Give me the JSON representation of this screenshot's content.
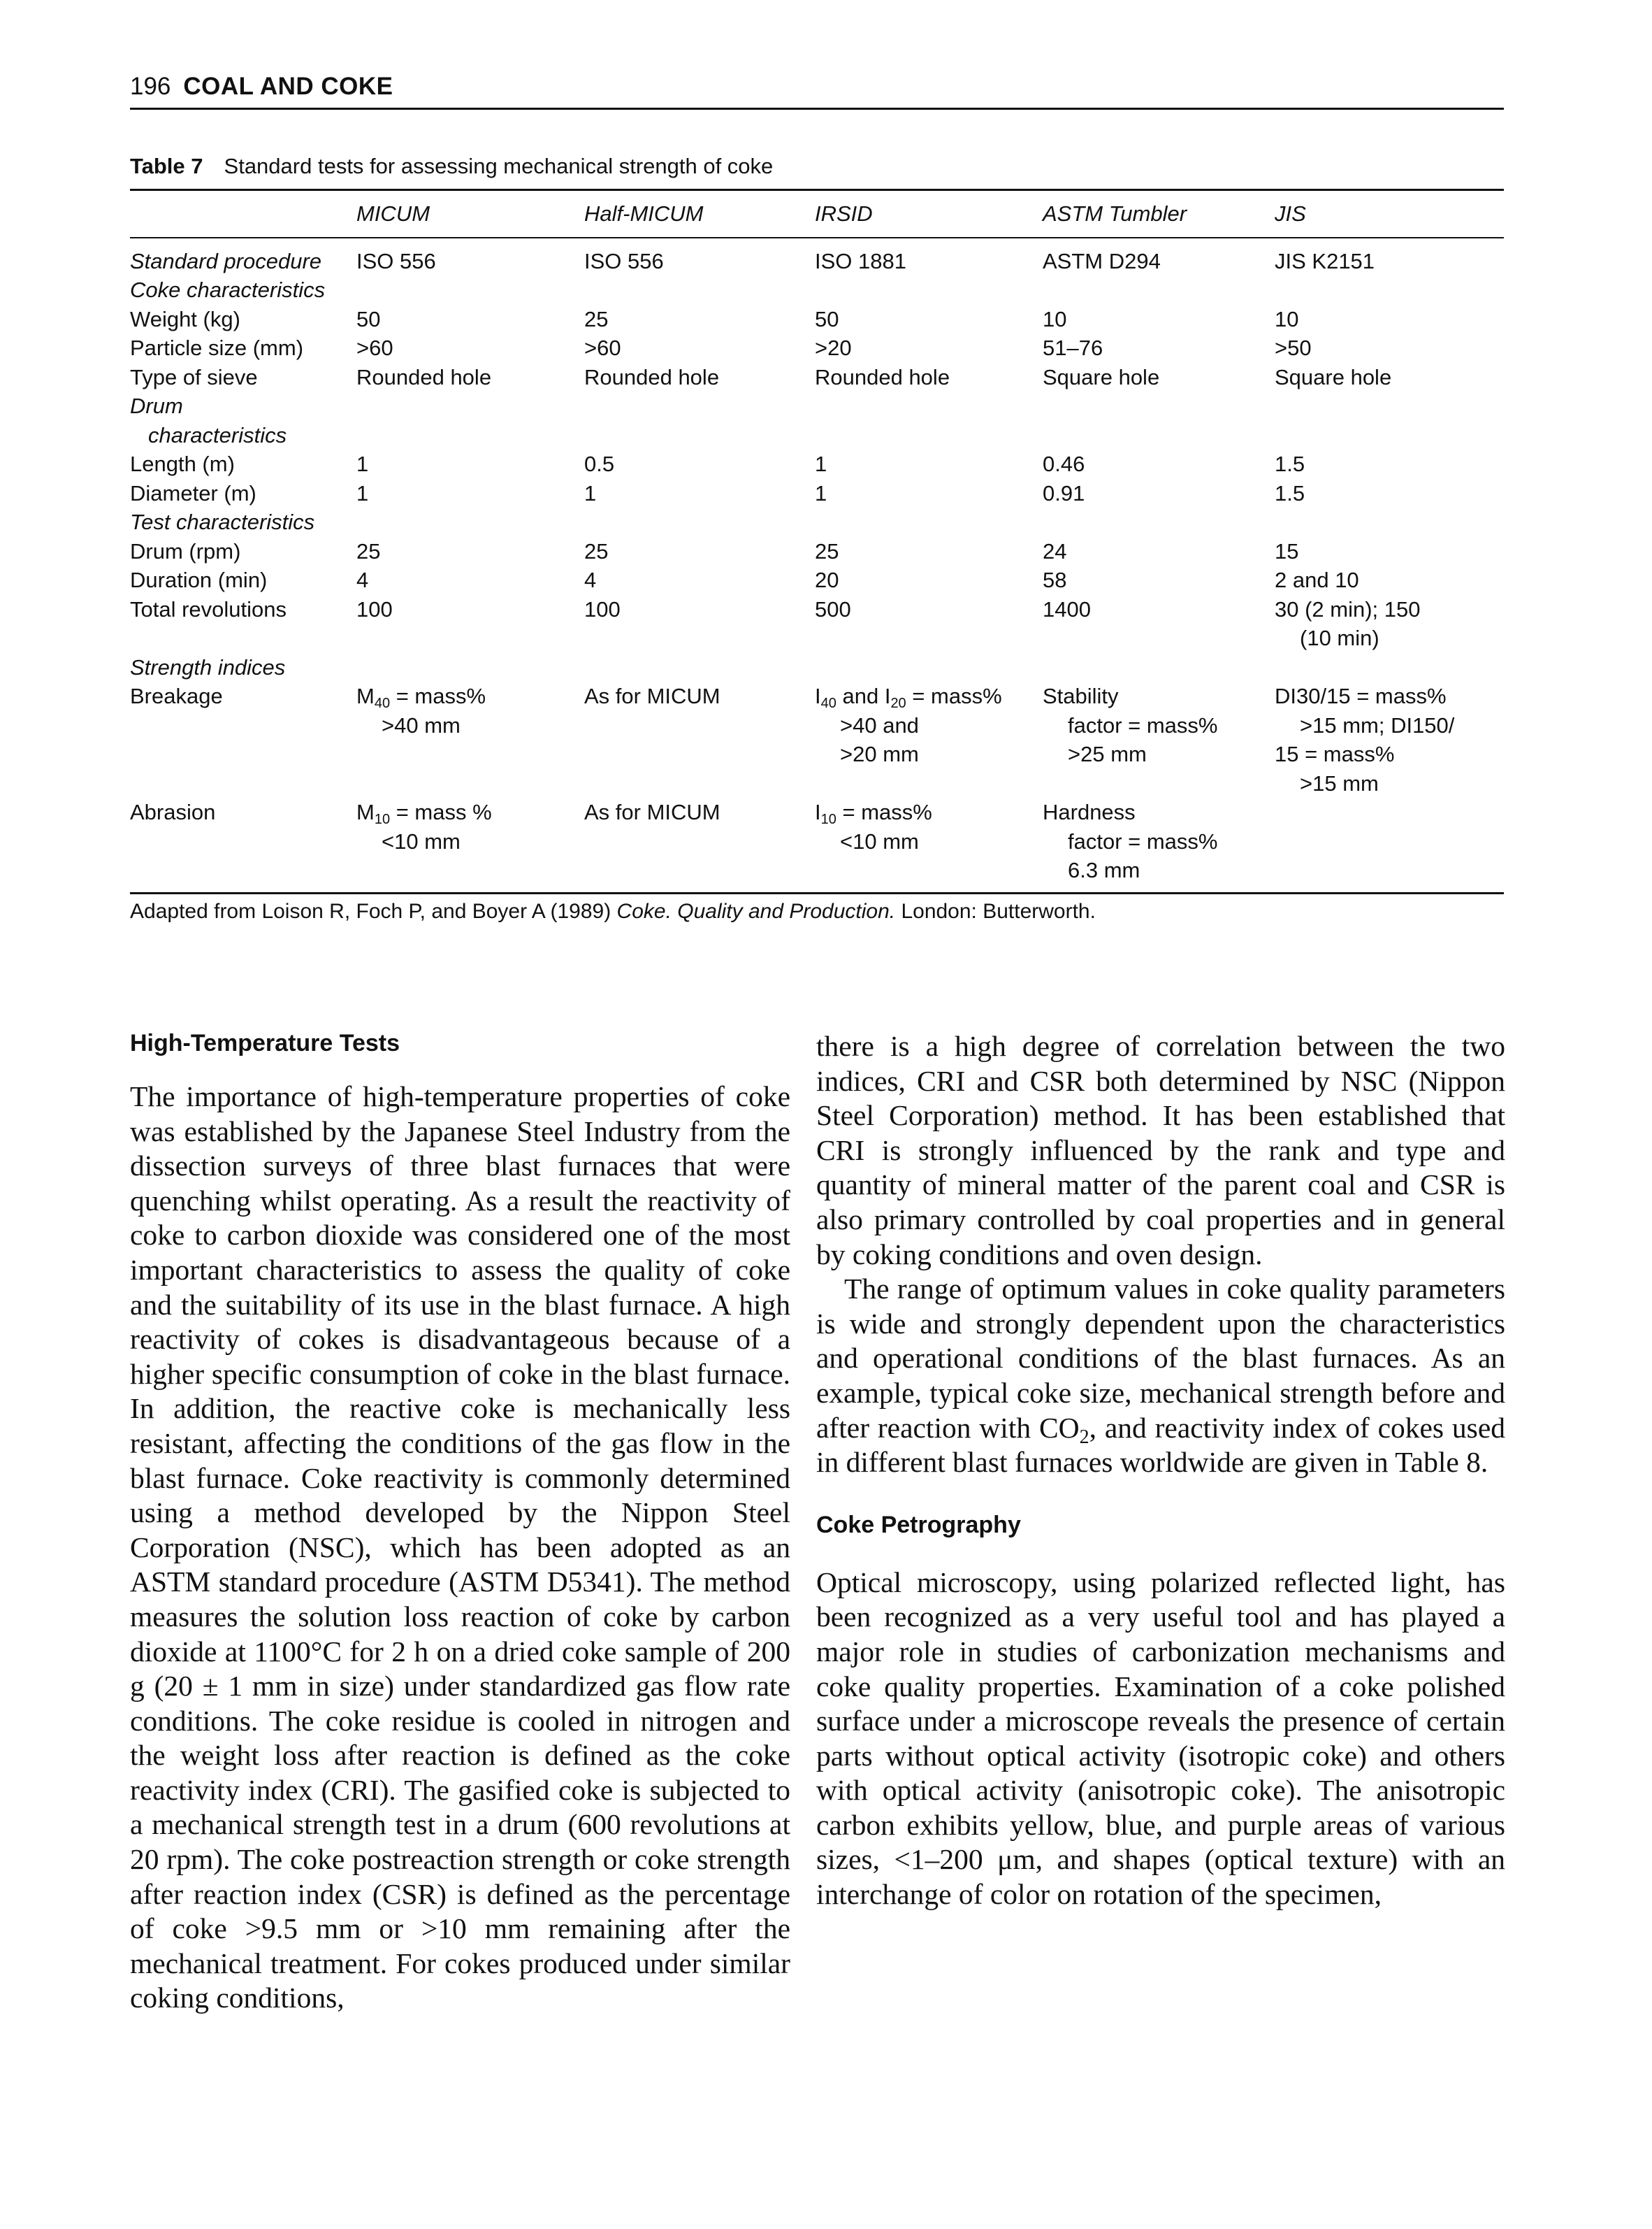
{
  "header": {
    "page_number": "196",
    "running_title": "COAL AND COKE"
  },
  "table": {
    "label": "Table 7",
    "title": "Standard tests for assessing mechanical strength of coke",
    "columns": [
      "",
      "MICUM",
      "Half-MICUM",
      "IRSID",
      "ASTM Tumbler",
      "JIS"
    ],
    "rows": {
      "standard_procedure": [
        "Standard procedure",
        "ISO 556",
        "ISO 556",
        "ISO 1881",
        "ASTM D294",
        "JIS K2151"
      ],
      "coke_char": "Coke characteristics",
      "weight": [
        "Weight (kg)",
        "50",
        "25",
        "50",
        "10",
        "10"
      ],
      "particle": [
        "Particle size (mm)",
        ">60",
        ">60",
        ">20",
        "51–76",
        ">50"
      ],
      "sieve": [
        "Type of sieve",
        "Rounded hole",
        "Rounded hole",
        "Rounded hole",
        "Square hole",
        "Square hole"
      ],
      "drum_char_1": "Drum",
      "drum_char_2": "characteristics",
      "length": [
        "Length (m)",
        "1",
        "0.5",
        "1",
        "0.46",
        "1.5"
      ],
      "diameter": [
        "Diameter (m)",
        "1",
        "1",
        "1",
        "0.91",
        "1.5"
      ],
      "test_char": "Test characteristics",
      "drum_rpm": [
        "Drum (rpm)",
        "25",
        "25",
        "25",
        "24",
        "15"
      ],
      "duration": [
        "Duration (min)",
        "4",
        "4",
        "20",
        "58",
        "2 and 10"
      ],
      "revolutions": [
        "Total revolutions",
        "100",
        "100",
        "500",
        "1400",
        "30 (2 min); 150",
        "(10 min)"
      ],
      "strength": "Strength indices",
      "breakage": {
        "label": "Breakage",
        "micum": {
          "pre": "M",
          "sub": "40",
          "post": " = mass%",
          "cont": ">40 mm"
        },
        "half": "As for MICUM",
        "irsid": {
          "a": "I",
          "a_sub": "40",
          "mid": " and I",
          "b_sub": "20",
          "post": " = mass%",
          "cont1": ">40 and",
          "cont2": ">20 mm"
        },
        "astm": {
          "l1": "Stability",
          "cont1": "factor = mass%",
          "cont2": ">25 mm"
        },
        "jis": {
          "l1": "DI30/15 = mass%",
          "cont1": ">15 mm; DI150/",
          "l3": "15 = mass%",
          "cont2": ">15 mm"
        }
      },
      "abrasion": {
        "label": "Abrasion",
        "micum": {
          "pre": "M",
          "sub": "10",
          "post": " = mass %",
          "cont": "<10 mm"
        },
        "half": "As for MICUM",
        "irsid": {
          "pre": "I",
          "sub": "10",
          "post": " = mass%",
          "cont": "<10 mm"
        },
        "astm": {
          "l1": "Hardness",
          "cont1": "factor = mass%",
          "cont2": "6.3 mm"
        },
        "jis": ""
      }
    },
    "source": {
      "pre": "Adapted from Loison R, Foch P, and Boyer A (1989) ",
      "title": "Coke. Quality and Production.",
      "post": " London: Butterworth."
    }
  },
  "left_column": {
    "heading": "High-Temperature Tests",
    "p1_a": "The importance of high-temperature properties of coke was established by the Japanese Steel Industry from the dissection surveys of three blast furnaces that were quenching whilst operating. As a result the reactivity of coke to carbon dioxide was considered one of the most important characteristics to assess the quality of coke and the suitability of its use in the blast furnace. A high reactivity of cokes is dis­advantageous because of a higher specific consump­tion of coke in the blast furnace. In addition, the reactive coke is mechanically less resistant, affecting the conditions of the gas flow in the blast furnace. Coke reactivity is commonly determined using a method developed by the Nippon Steel Corporation (NSC), which has been adopted as an ASTM stand­ard procedure (ASTM D5341). The method meas­ures the solution loss reaction of coke by carbon dioxide at 1100°C for 2 h on a dried coke sample of 200 g (20 ± 1 mm in size) under standardized gas flow rate conditions. The coke residue is cooled in nit­rogen and the weight loss after reaction is defined as the coke reactivity index (CRI). The gasified coke is subjected to a mechanical strength test in a drum (600 revolutions at 20 rpm). The coke postreaction strength or coke strength after reaction index (CSR) is defined as the percentage of coke >9.5 mm or >10 mm remaining after the mechanical treatment. For cokes produced under similar coking conditions,"
  },
  "right_column": {
    "p1": "there is a high degree of correlation between the two indices, CRI and CSR both determined by NSC (Nippon Steel Corporation) method. It has been es­tablished that CRI is strongly influenced by the rank and type and quantity of mineral matter of the parent coal and CSR is also primary controlled by coal properties and in general by coking conditions and oven design.",
    "p2_a": "The range of optimum values in coke quality parameters is wide and strongly dependent upon the characteristics and operational conditions of the blast furnaces. As an example, typical coke size, mechanical strength before and after reaction with CO",
    "p2_sub": "2",
    "p2_b": ", and reactivity index of cokes used in different blast furnaces worldwide are given in Table 8.",
    "heading": "Coke Petrography",
    "p3": "Optical microscopy, using polarized reflected light, has been recognized as a very useful tool and has played a major role in studies of carbonization mechanisms and coke quality properties. Examina­tion of a coke polished surface under a microscope reveals the presence of certain parts without optical activity (isotropic coke) and others with optical activity (anisotropic coke). The anisotropic carbon exhibits yellow, blue, and purple areas of various sizes, <1–200 μm, and shapes (optical texture) with an interchange of color on rotation of the specimen,"
  }
}
